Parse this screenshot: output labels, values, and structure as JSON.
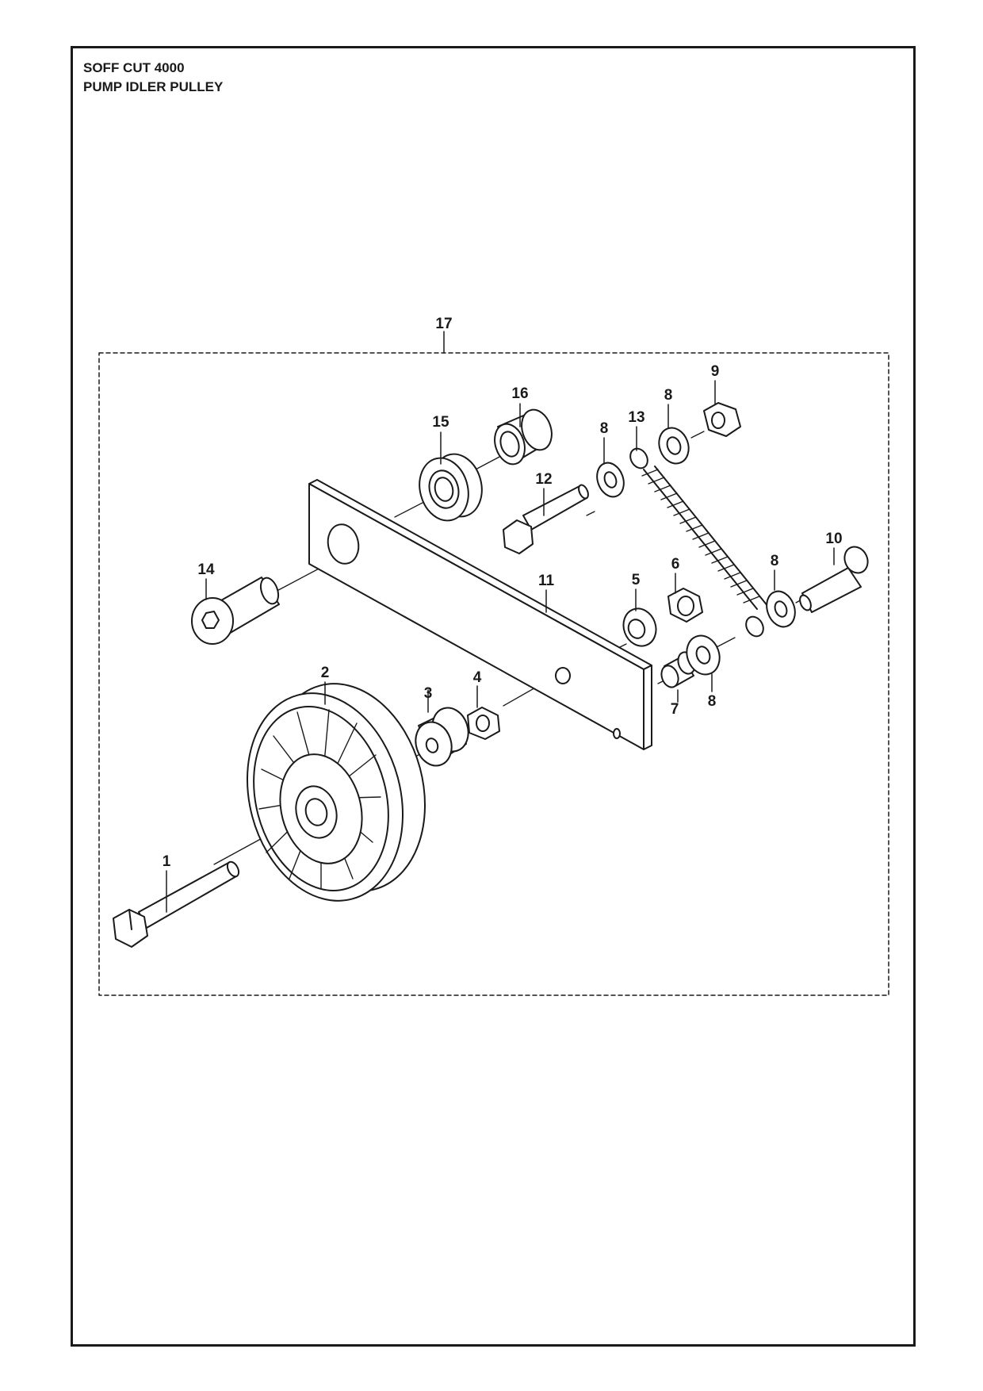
{
  "header": {
    "title_line1": "SOFF CUT 4000",
    "title_line2": "PUMP IDLER PULLEY"
  },
  "callouts": [
    {
      "id": "c17",
      "label": "17"
    },
    {
      "id": "c16",
      "label": "16"
    },
    {
      "id": "c15",
      "label": "15"
    },
    {
      "id": "c9",
      "label": "9"
    },
    {
      "id": "c8a",
      "label": "8"
    },
    {
      "id": "c13",
      "label": "13"
    },
    {
      "id": "c8b",
      "label": "8"
    },
    {
      "id": "c12",
      "label": "12"
    },
    {
      "id": "c10",
      "label": "10"
    },
    {
      "id": "c14",
      "label": "14"
    },
    {
      "id": "c11",
      "label": "11"
    },
    {
      "id": "c5",
      "label": "5"
    },
    {
      "id": "c6",
      "label": "6"
    },
    {
      "id": "c8c",
      "label": "8"
    },
    {
      "id": "c2",
      "label": "2"
    },
    {
      "id": "c3",
      "label": "3"
    },
    {
      "id": "c4",
      "label": "4"
    },
    {
      "id": "c7",
      "label": "7"
    },
    {
      "id": "c8d",
      "label": "8"
    },
    {
      "id": "c1",
      "label": "1"
    }
  ],
  "colors": {
    "line": "#1a1a1a",
    "fill": "#ffffff"
  }
}
